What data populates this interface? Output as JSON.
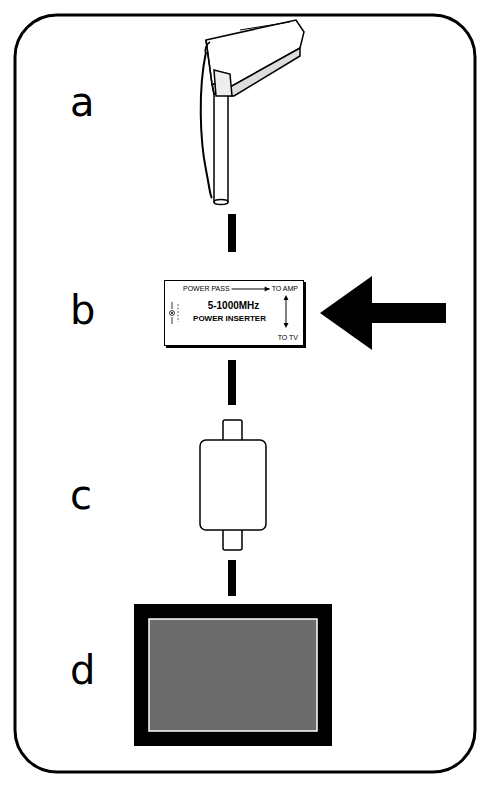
{
  "diagram": {
    "nodes": [
      {
        "text": [
          "POWER PASS",
          "TO AMP",
          "5-1000MHz",
          "POWER INSERTER",
          "TO TV"
        ]
      }
    ],
    "labels": [
      "a",
      "b",
      "c",
      "d"
    ]
  }
}
